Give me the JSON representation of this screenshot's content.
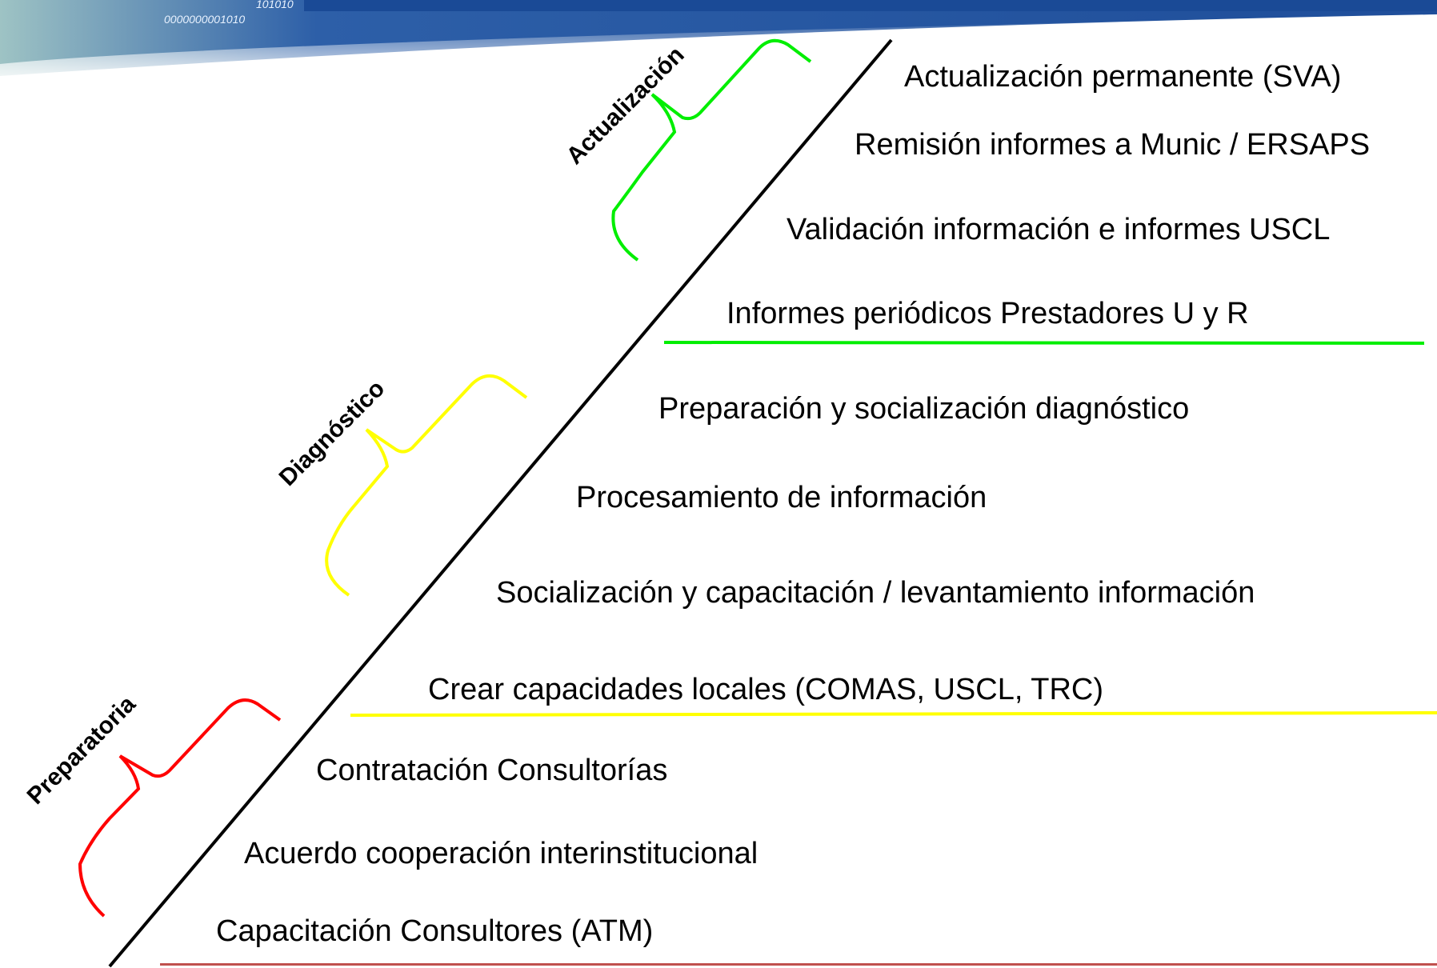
{
  "phases": {
    "preparatoria": {
      "label": "Preparatoria",
      "color": "#ff0000"
    },
    "diagnostico": {
      "label": "Diagnóstico",
      "color": "#ffff00"
    },
    "actualizacion": {
      "label": "Actualización",
      "color": "#00ee00"
    }
  },
  "banner": {
    "digits_top": "101010",
    "digits_bottom": "0000000001010",
    "color": "#1f4e9a"
  },
  "steps": [
    {
      "text": "Capacitación Consultores (ATM)",
      "phase": "preparatoria"
    },
    {
      "text": "Acuerdo cooperación interinstitucional",
      "phase": "preparatoria"
    },
    {
      "text": "Contratación Consultorías",
      "phase": "preparatoria"
    },
    {
      "text": "Crear capacidades locales (COMAS, USCL, TRC)",
      "phase": "diagnostico"
    },
    {
      "text": "Socialización y capacitación / levantamiento información",
      "phase": "diagnostico"
    },
    {
      "text": "Procesamiento de información",
      "phase": "diagnostico"
    },
    {
      "text": "Preparación y socialización diagnóstico",
      "phase": "diagnostico"
    },
    {
      "text": "Informes periódicos Prestadores U y R",
      "phase": "actualizacion"
    },
    {
      "text": "Validación información e informes USCL",
      "phase": "actualizacion"
    },
    {
      "text": "Remisión informes a Munic / ERSAPS",
      "phase": "actualizacion"
    },
    {
      "text": "Actualización permanente (SVA)",
      "phase": "actualizacion"
    }
  ]
}
